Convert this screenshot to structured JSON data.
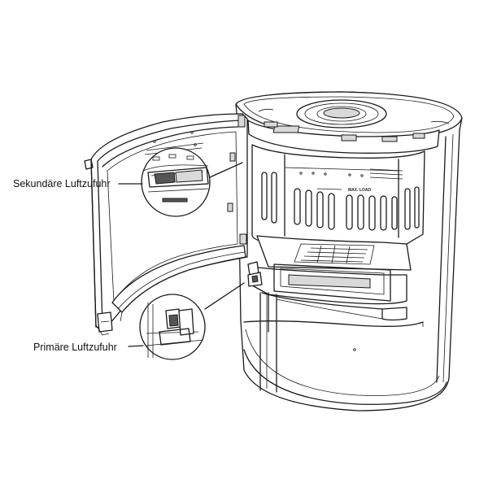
{
  "labels": {
    "secondary_air": "Sekundäre Luftzufuhr",
    "primary_air": "Primäre Luftzufuhr"
  },
  "plate_text": "MAX. LOAD"
}
